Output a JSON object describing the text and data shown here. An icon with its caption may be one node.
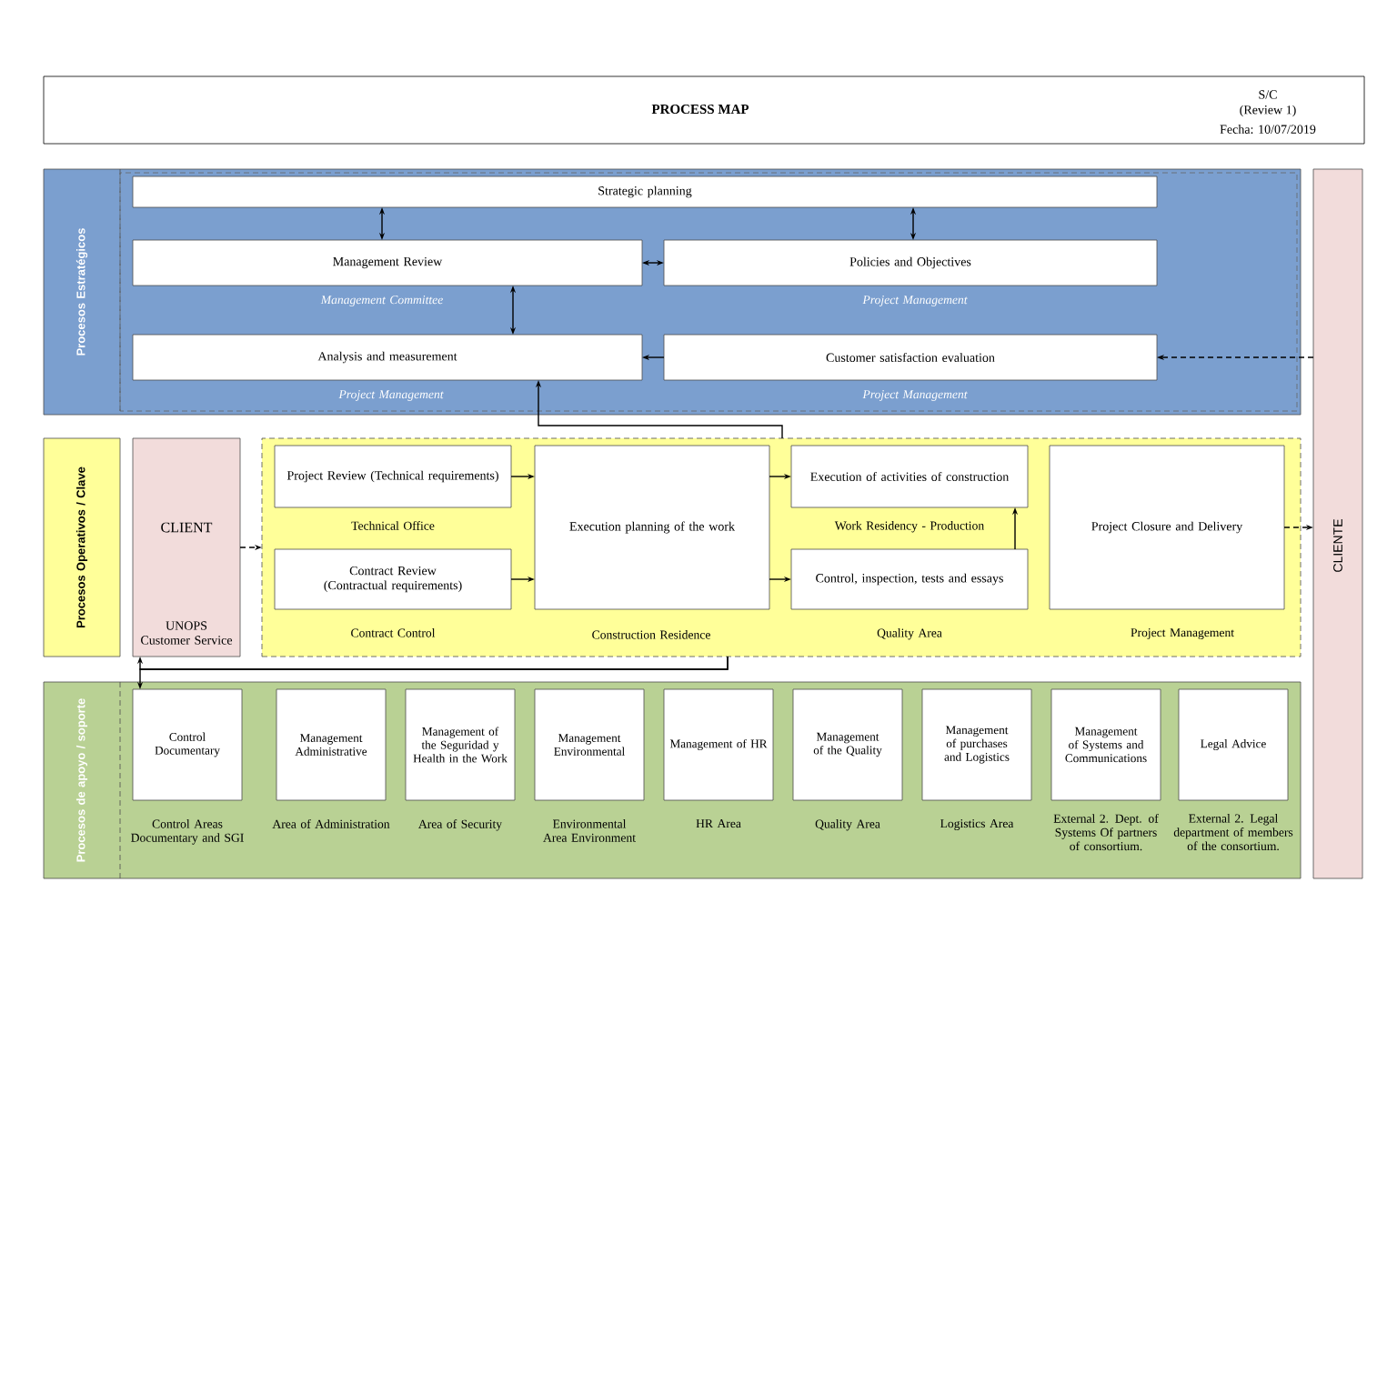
{
  "diagram": {
    "title": "PROCESS MAP",
    "nodes": [
      {
        "text": [
          "Procesos Estratégicos"
        ]
      },
      {
        "text": [
          "Strategic planning"
        ],
        "in": 0
      },
      {
        "text": [
          "Management Review"
        ],
        "in": 0,
        "beside": [
          "Management Committee"
        ]
      },
      {
        "text": [
          "Policies and Objectives"
        ],
        "in": 0,
        "beside": [
          "Project Management"
        ]
      },
      {
        "text": [
          "Analysis and measurement"
        ],
        "in": 0,
        "beside": [
          "Project Management"
        ]
      },
      {
        "text": [
          "Customer satisfaction evaluation"
        ],
        "in": 0,
        "beside": [
          "Project Management"
        ]
      },
      {
        "text": [
          "Procesos Operativos / Clave"
        ]
      },
      {
        "text": [
          "CLIENT",
          "UNOPS Customer Service"
        ]
      },
      {
        "text": [],
        "shape": "box"
      },
      {
        "text": [
          "Project Review (Technical requirements)"
        ],
        "in": 8,
        "beside": [
          "Technical Office"
        ]
      },
      {
        "text": [
          "Contract Review (Contractual requirements)"
        ],
        "in": 8,
        "beside": [
          "Contract Control"
        ]
      },
      {
        "text": [
          "Execution planning of the work"
        ],
        "in": 8,
        "beside": [
          "Construction Residence"
        ]
      },
      {
        "text": [
          "Execution of activities of construction"
        ],
        "in": 8,
        "beside": [
          "Work Residency - Production"
        ]
      },
      {
        "text": [
          "Control, inspection, tests and essays"
        ],
        "in": 8,
        "beside": [
          "Quality Area"
        ]
      },
      {
        "text": [
          "Project Closure and Delivery"
        ],
        "in": 8,
        "beside": [
          "Project Management"
        ]
      },
      {
        "text": [
          "Procesos de apoyo / soporte"
        ]
      },
      {
        "text": [
          "Control Documentary"
        ],
        "in": 15,
        "beside": [
          "Control Areas Documentary and SGI"
        ]
      },
      {
        "text": [
          "Management Administrative"
        ],
        "in": 15,
        "beside": [
          "Area of Administration"
        ]
      },
      {
        "text": [
          "Management of the Seguridad y Health in the Work"
        ],
        "in": 15,
        "beside": [
          "Area of Security"
        ]
      },
      {
        "text": [
          "Management Environmental"
        ],
        "in": 15,
        "beside": [
          "Environmental Area Environment"
        ]
      },
      {
        "text": [
          "Management of HR"
        ],
        "in": 15,
        "beside": [
          "HR Area"
        ]
      },
      {
        "text": [
          "Management of the Quality"
        ],
        "in": 15,
        "beside": [
          "Quality Area"
        ]
      },
      {
        "text": [
          "Management of purchases and Logistics"
        ],
        "in": 15,
        "beside": [
          "Logistics Area"
        ]
      },
      {
        "text": [
          "Management of Systems and Communications"
        ],
        "in": 15,
        "beside": [
          "External 2. Dept. of Systems Of partners of consortium."
        ]
      },
      {
        "text": [
          "Legal Advice"
        ],
        "in": 15,
        "beside": [
          "External 2. Legal department of members of the consortium."
        ]
      },
      {
        "text": [
          "CLIENTE"
        ]
      }
    ],
    "edges": [
      {
        "from": 1,
        "to": 2,
        "arrow": "both"
      },
      {
        "from": 1,
        "to": 3,
        "arrow": "both"
      },
      {
        "from": 2,
        "to": 3,
        "arrow": "both"
      },
      {
        "from": 2,
        "to": 4,
        "arrow": "both"
      },
      {
        "from": 5,
        "to": 4,
        "arrow": "to"
      },
      {
        "from": 25,
        "to": 5,
        "arrow": "to",
        "style": "dashed"
      },
      {
        "from": 7,
        "to": 8,
        "arrow": "to",
        "style": "dashed"
      },
      {
        "from": 9,
        "to": 11,
        "arrow": "to"
      },
      {
        "from": 10,
        "to": 11,
        "arrow": "to"
      },
      {
        "from": 11,
        "to": 12,
        "arrow": "to"
      },
      {
        "from": 11,
        "to": 13,
        "arrow": "to"
      },
      {
        "from": 13,
        "to": 12,
        "arrow": "to"
      },
      {
        "from": 14,
        "to": 25,
        "arrow": "to",
        "style": "dashed"
      },
      {
        "from": 8,
        "to": 4,
        "arrow": "to"
      },
      {
        "from": 8,
        "to": 7,
        "arrow": "to"
      },
      {
        "from": 8,
        "to": 16,
        "arrow": "to"
      }
    ],
    "labels": [
      "S/C",
      "(Review 1)",
      "Fecha: 10/07/2019"
    ]
  }
}
